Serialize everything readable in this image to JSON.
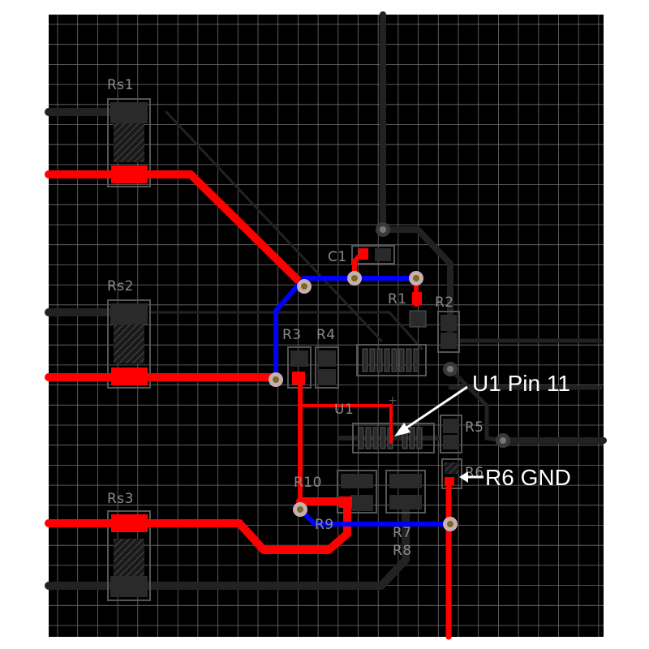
{
  "colors": {
    "background": "#000000",
    "grid": "#6e6e6e",
    "top_copper": "#ff0000",
    "bottom_copper": "#0000ff",
    "inactive_trace": "#222222",
    "pad_gray": "#2a2a2a",
    "silkscreen": "#8a8a8a",
    "via_ring": "#c8b0b0",
    "via_hole": "#7a6a2a",
    "annotation": "#ffffff"
  },
  "components": {
    "rs1": "Rs1",
    "rs2": "Rs2",
    "rs3": "Rs3",
    "c1": "C1",
    "r1": "R1",
    "r2": "R2",
    "r3": "R3",
    "r4": "R4",
    "u1": "U1",
    "r5": "R5",
    "r6": "R6",
    "r7": "R7",
    "r8": "R8",
    "r9": "R9",
    "r10": "R10"
  },
  "annotations": {
    "u1_pin11": "U1 Pin 11",
    "r6_gnd": "R6 GND"
  }
}
